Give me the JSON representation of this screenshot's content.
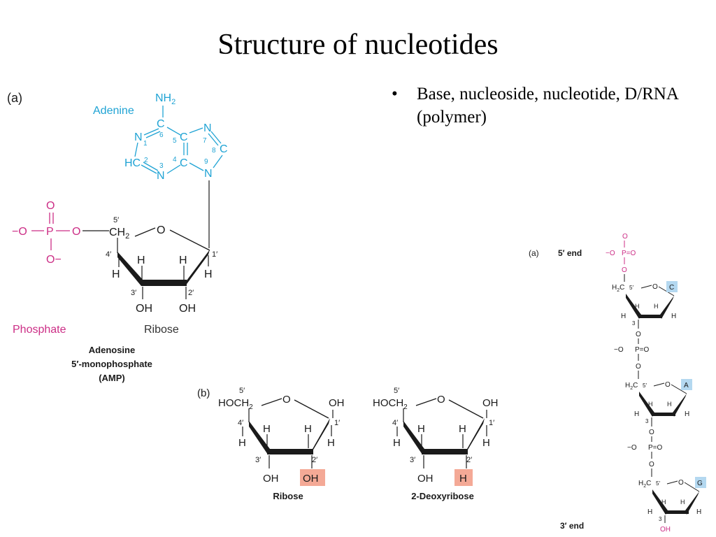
{
  "title": "Structure of nucleotides",
  "bullet": "Base, nucleoside, nucleotide, D/RNA (polymer)",
  "colors": {
    "adenine": "#1fa3d4",
    "phosphate": "#cc2e86",
    "highlight": "#f4a996",
    "base_box": "#b4d8f0"
  },
  "panel_a": {
    "label": "(a)",
    "adenine_label": "Adenine",
    "nh2": "NH",
    "nh2_sub": "2",
    "atom_c": "C",
    "atom_n": "N",
    "atom_hc": "HC",
    "atom_o": "O",
    "atom_h": "H",
    "atom_oh": "OH",
    "atom_p": "P",
    "o_minus_left": "−O",
    "o_minus": "O−",
    "ring_nums": [
      "1",
      "2",
      "3",
      "4",
      "5",
      "6",
      "7",
      "8",
      "9"
    ],
    "ch2": "CH",
    "ch2_sub": "2",
    "primes": [
      "5′",
      "4′",
      "1′",
      "3′",
      "2′"
    ],
    "phosphate_label": "Phosphate",
    "ribose_label": "Ribose",
    "amp_lines": [
      "Adenosine",
      "5′-monophosphate",
      "(AMP)"
    ]
  },
  "panel_b": {
    "label": "(b)",
    "hoch2": "HOCH",
    "hoch2_sub": "2",
    "ribose_name": "Ribose",
    "deoxy_name": "2-Deoxyribose"
  },
  "panel_c": {
    "label": "(a)",
    "end5": "5′ end",
    "end3": "3′ end",
    "h2c": "H",
    "h2c_sub": "2",
    "h2c_c": "C",
    "p_o": "P=O",
    "o_minus_small": "−O",
    "bases": [
      "C",
      "A",
      "G"
    ]
  }
}
